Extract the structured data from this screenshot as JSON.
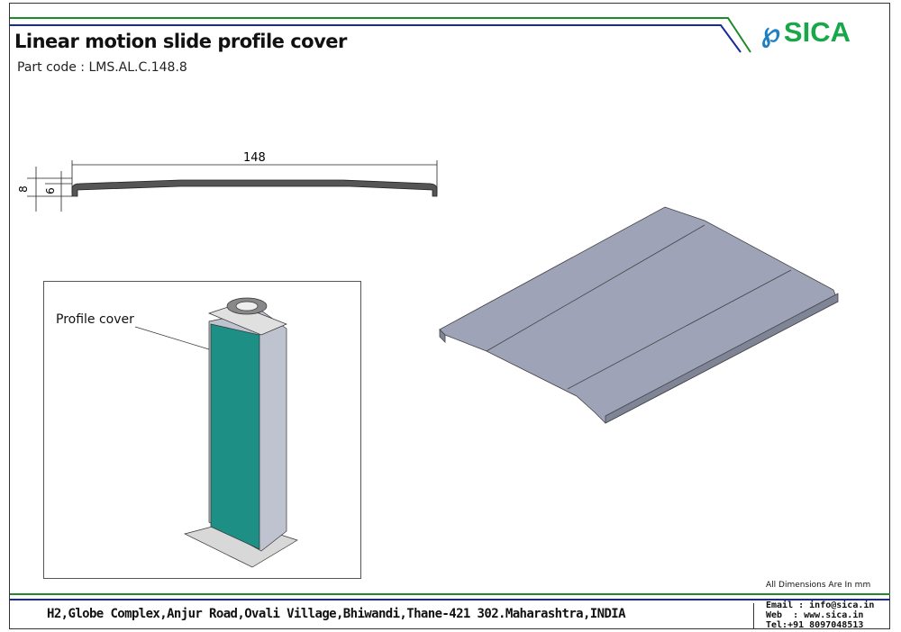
{
  "header": {
    "title": "Linear motion slide profile cover",
    "part_code": "Part code : LMS.AL.C.148.8",
    "logo_text": "SICA"
  },
  "drawing": {
    "width_dim": "148",
    "height_dim": "8",
    "inner_dim": "6",
    "callout": "Profile cover"
  },
  "footer": {
    "dimensions_note": "All Dimensions Are In mm",
    "address": "H2,Globe Complex,Anjur Road,Ovali Village,Bhiwandi,Thane-421 302.Maharashtra,INDIA",
    "email": "Email : info@sica.in",
    "web": "Web  : www.sica.in",
    "tel": "Tel:+91 8097048513"
  },
  "colors": {
    "green": "#1f8a2a",
    "blue": "#1a2a9a",
    "cover": "#9ea3b8"
  }
}
